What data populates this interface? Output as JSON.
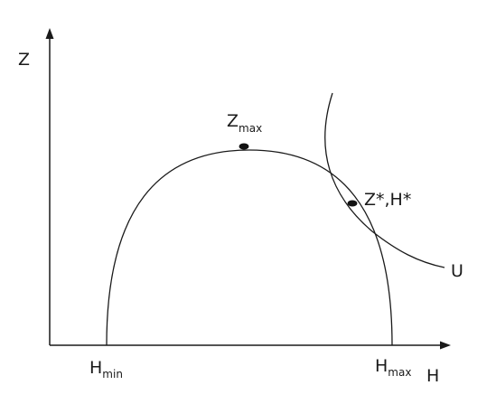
{
  "axes": {
    "y_label": "Z",
    "x_label": "H"
  },
  "points": {
    "peak": {
      "main": "Z",
      "sub": "max"
    },
    "tangency": {
      "text": "Z*,H*"
    }
  },
  "ticks": {
    "left": {
      "main": "H",
      "sub": "min"
    },
    "right": {
      "main": "H",
      "sub": "max"
    }
  },
  "curves": {
    "indifference": {
      "label": "U"
    }
  },
  "colors": {
    "stroke": "#1a1a1a",
    "background": "#ffffff"
  }
}
